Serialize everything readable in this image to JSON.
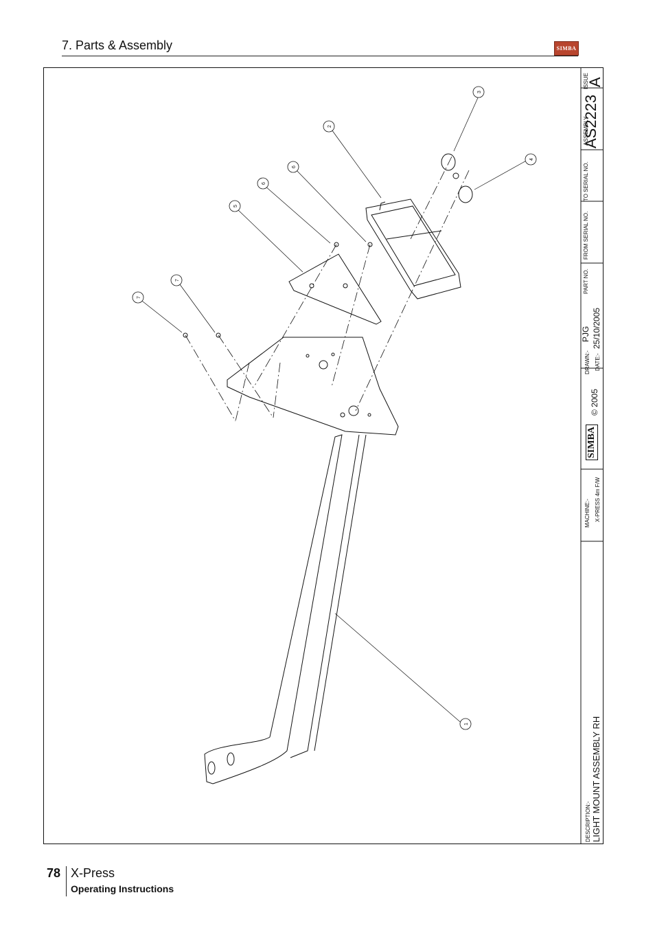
{
  "header": {
    "section_title": "7. Parts & Assembly",
    "logo_text": "SIMBA"
  },
  "title_block": {
    "description_label": "DESCRIPTION:-",
    "description": "LIGHT MOUNT ASSEMBLY RH",
    "machine_label": "MACHINE:-",
    "machine": "X-PRESS 4m F/W",
    "brand": "SIMBA",
    "copyright": "© 2005",
    "drawn_label": "DRAWN:-",
    "drawn": "PJG",
    "date_label": "DATE:-",
    "date": "25/10/2005",
    "part_no_label": "PART NO.",
    "from_serial_label": "FROM SERIAL NO.",
    "to_serial_label": "TO SERIAL NO.",
    "assembly_label": "ASSEMBLY",
    "assembly_no": "AS2223",
    "issue_label": "ISSUE",
    "issue": "A"
  },
  "balloons": [
    "1",
    "2",
    "3",
    "4",
    "5",
    "6",
    "6",
    "7",
    "7"
  ],
  "footer": {
    "page_number": "78",
    "brand": "X-Press",
    "subtitle": "Operating Instructions"
  }
}
